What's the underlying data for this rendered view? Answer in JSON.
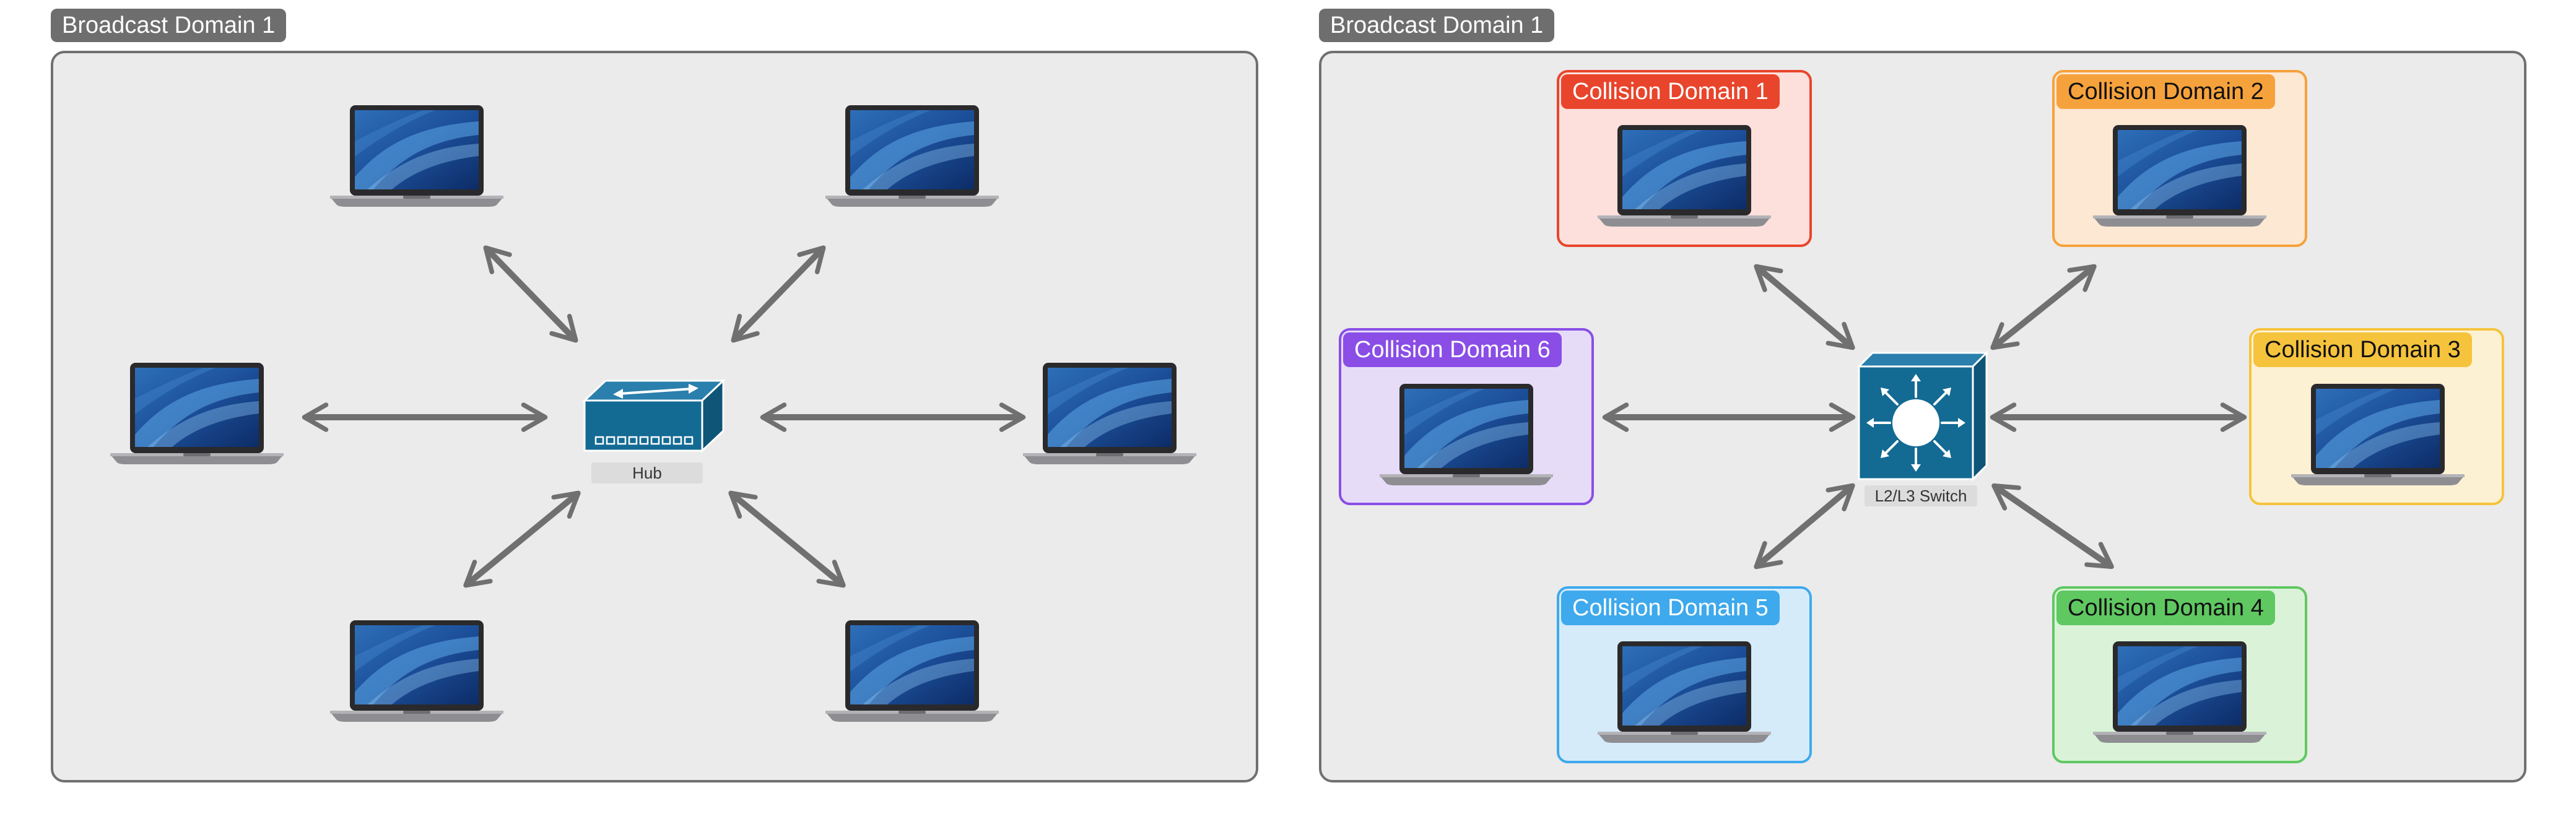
{
  "left_panel": {
    "tag": "Broadcast Domain 1",
    "hub_label": "Hub"
  },
  "right_panel": {
    "tag": "Broadcast Domain 1",
    "switch_label": "L2/L3 Switch",
    "collision_domains": [
      {
        "label": "Collision Domain 1",
        "color": "#e8452c",
        "fill": "#fde0dc",
        "label_text_color": "#ffffff"
      },
      {
        "label": "Collision Domain 2",
        "color": "#f6a23c",
        "fill": "#fde8d4",
        "label_text_color": "#111111"
      },
      {
        "label": "Collision Domain 3",
        "color": "#f5c33c",
        "fill": "#fdf1d4",
        "label_text_color": "#111111"
      },
      {
        "label": "Collision Domain 4",
        "color": "#5fc861",
        "fill": "#daf3d8",
        "label_text_color": "#111111"
      },
      {
        "label": "Collision Domain 5",
        "color": "#3ea9ec",
        "fill": "#d6ebfa",
        "label_text_color": "#ffffff"
      },
      {
        "label": "Collision Domain 6",
        "color": "#8a4ee6",
        "fill": "#e6dcf8",
        "label_text_color": "#ffffff"
      }
    ]
  },
  "colors": {
    "panel_border": "#707070",
    "panel_fill": "#ebebeb",
    "arrow": "#707070",
    "device_blue": "#136a93"
  },
  "icons": [
    "laptop-icon",
    "hub-icon",
    "switch-icon",
    "bidirectional-arrow-icon"
  ]
}
